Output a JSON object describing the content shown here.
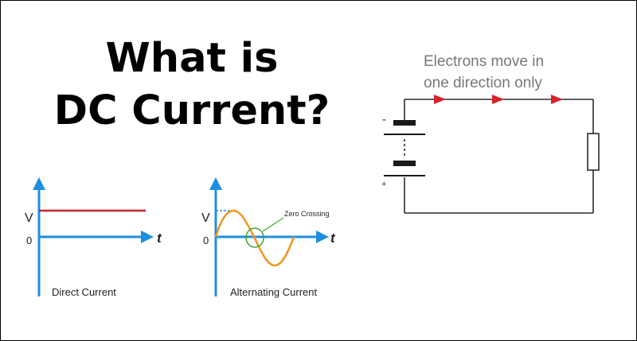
{
  "title": {
    "line1": "What is",
    "line2": "DC Current?"
  },
  "dc_graph": {
    "y_label": "V",
    "origin_label": "0",
    "x_label": "t",
    "caption": "Direct Current"
  },
  "ac_graph": {
    "y_label": "V",
    "origin_label": "0",
    "x_label": "t",
    "annotation": "Zero Crossing",
    "caption": "Alternating Current"
  },
  "circuit": {
    "note_line1": "Electrons move in",
    "note_line2": "one direction only",
    "minus_sign": "-",
    "plus_sign": "+"
  },
  "colors": {
    "axis": "#1e8fe0",
    "dc_line": "#c8202c",
    "ac_wave": "#f0951e",
    "highlight": "#3aa832",
    "arrow": "#d8202a",
    "wire": "#2b2b2b",
    "note_text": "#777777"
  }
}
